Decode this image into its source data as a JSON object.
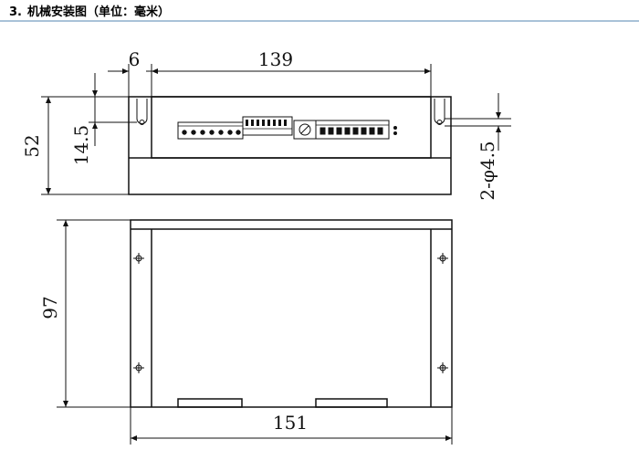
{
  "header": {
    "number": "3.",
    "title": "机械安装图（单位：毫米）"
  },
  "dimensions": {
    "hole_offset": "6",
    "inner_width": "139",
    "height": "52",
    "hole_height": "14.5",
    "hole_spec": "2-φ4.5",
    "depth": "97",
    "total_width": "151"
  },
  "colors": {
    "line": "#111111",
    "accent_rule": "#a9c2d8"
  }
}
